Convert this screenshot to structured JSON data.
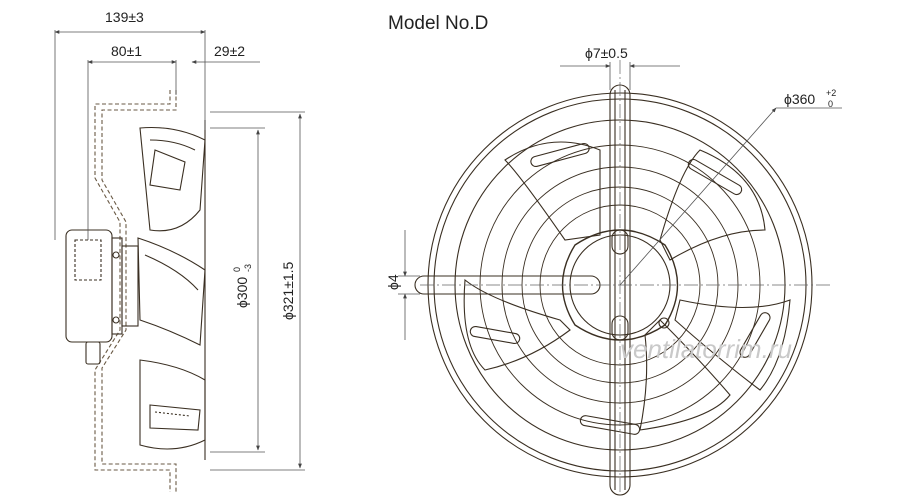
{
  "title": "Model No.D",
  "watermark": "ventilatorrim.ru",
  "side_view": {
    "dims": {
      "overall_depth": "139±3",
      "motor_depth": "80±1",
      "blade_depth": "29±2",
      "inner_dia": {
        "main": "ϕ300",
        "sup": "0",
        "sub": "-3"
      },
      "outer_dia": "ϕ321±1.5"
    }
  },
  "front_view": {
    "dims": {
      "hole": "ϕ7±0.5",
      "bolt_circle": {
        "main": "ϕ360",
        "sup": "+2",
        "sub": "0"
      },
      "slot": "ϕ4"
    }
  },
  "colors": {
    "line": "#3a2f22",
    "dim": "#555555",
    "dashed": "#6a5a45"
  }
}
